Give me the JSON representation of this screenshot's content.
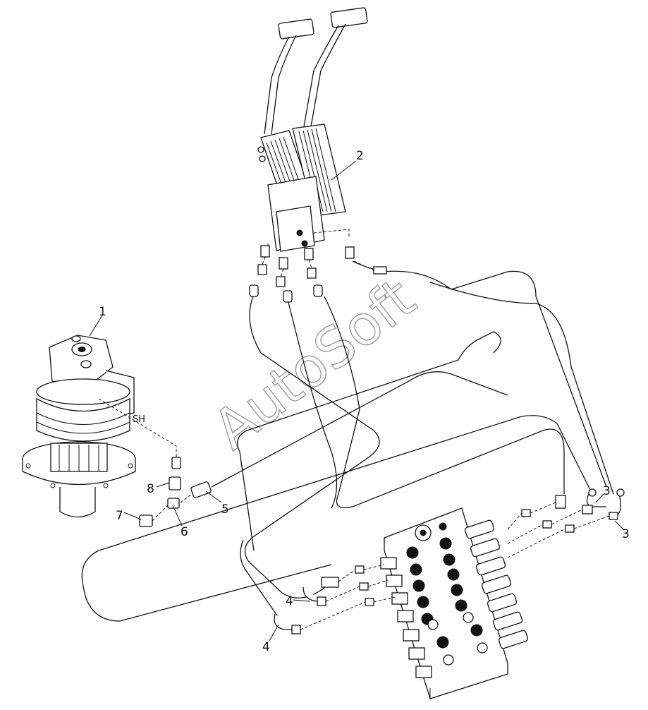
{
  "watermark": "AutoSoft",
  "callouts": {
    "c1": "1",
    "c2": "2",
    "c3a": "3",
    "c3b": "3",
    "c4a": "4",
    "c4b": "4",
    "c5": "5",
    "c6": "6",
    "c7": "7",
    "c8": "8"
  },
  "port_label": "SH"
}
